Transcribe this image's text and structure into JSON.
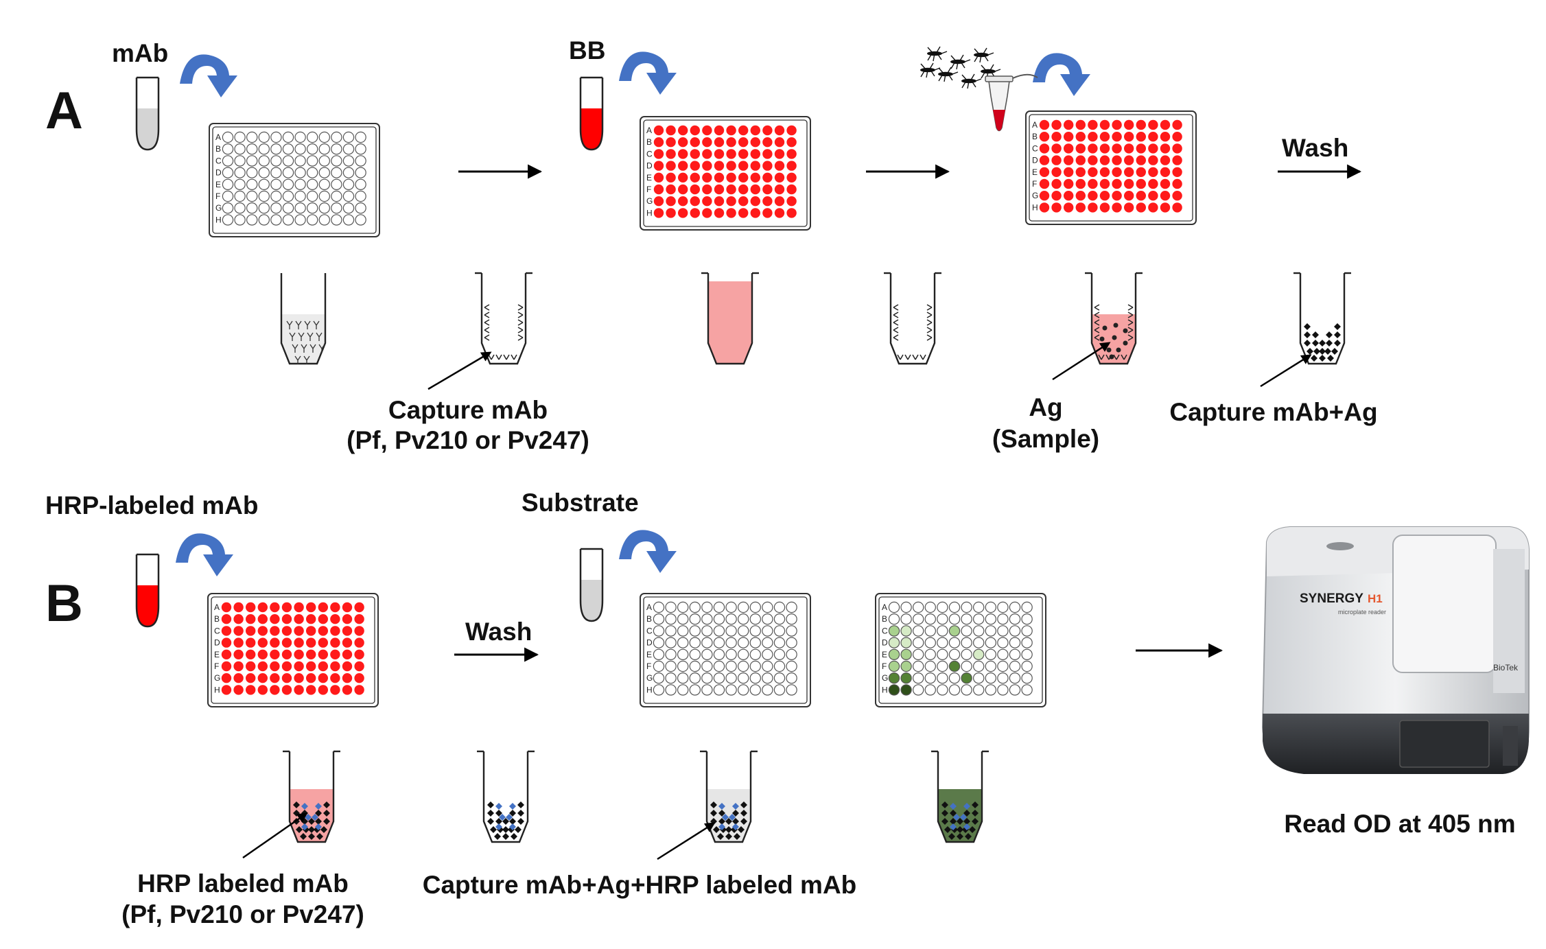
{
  "panels": {
    "A": {
      "letter": "A",
      "reagent_mab": "mAb",
      "reagent_bb": "BB",
      "wash_label": "Wash",
      "capture_label_line1": "Capture mAb",
      "capture_label_line2": "(Pf, Pv210 or Pv247)",
      "ag_label_line1": "Ag",
      "ag_label_line2": "(Sample)",
      "capture_ag_label": "Capture mAb+Ag"
    },
    "B": {
      "letter": "B",
      "reagent_hrp": "HRP-labeled mAb",
      "reagent_substrate": "Substrate",
      "wash_label": "Wash",
      "hrp_label_line1": "HRP labeled mAb",
      "hrp_label_line2": "(Pf, Pv210 or Pv247)",
      "complex_label": "Capture mAb+Ag+HRP labeled mAb",
      "reader_label": "Read OD at 405 nm"
    }
  },
  "plate_rows": [
    "A",
    "B",
    "C",
    "D",
    "E",
    "F",
    "G",
    "H"
  ],
  "instrument": {
    "brand": "SYNERGY",
    "model": "H1",
    "subtitle": "microplate reader",
    "maker": "BioTek"
  },
  "colors": {
    "blocking_red": "#ff1a1a",
    "empty_well": "#ffffff",
    "curved_arrow_blue": "#4472c4",
    "green_light": "#d6ebc6",
    "green_mid": "#a9d18e",
    "green_dark": "#548235",
    "green_darkest": "#2f4f1a"
  }
}
